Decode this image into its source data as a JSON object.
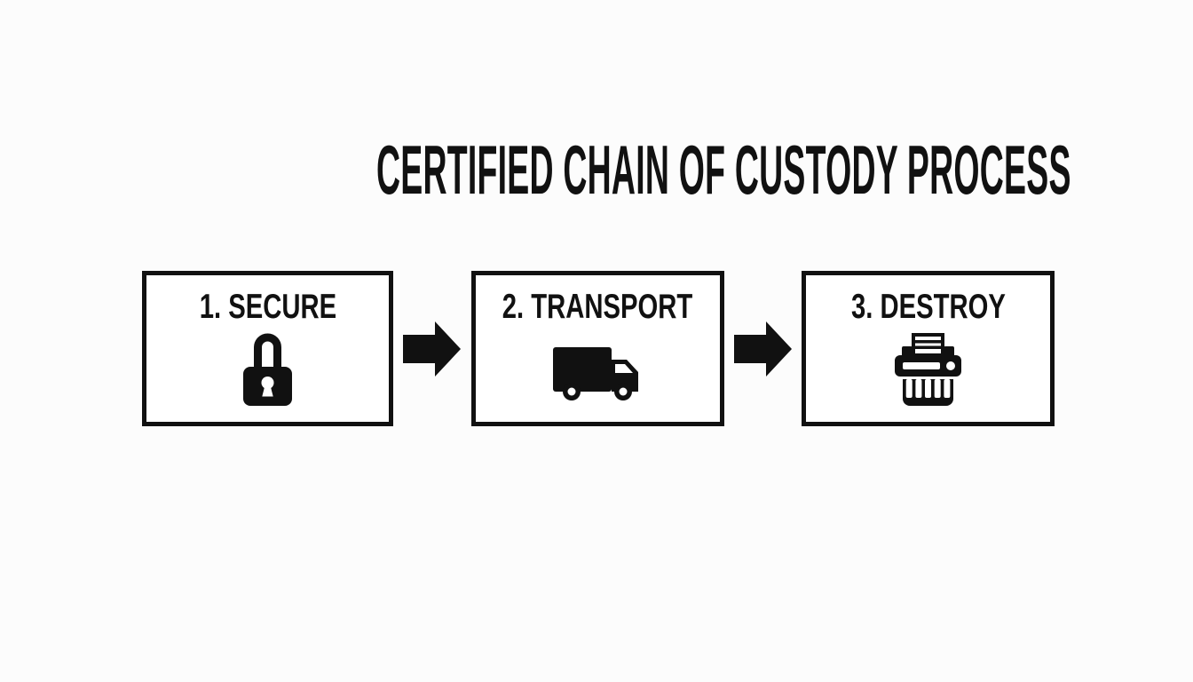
{
  "title": "CERTIFIED CHAIN OF CUSTODY PROCESS",
  "steps": [
    {
      "label": "1. SECURE",
      "icon": "padlock-icon"
    },
    {
      "label": "2. TRANSPORT",
      "icon": "truck-icon"
    },
    {
      "label": "3. DESTROY",
      "icon": "shredder-icon"
    }
  ],
  "connectors": [
    {
      "icon": "arrow-right-icon"
    },
    {
      "icon": "arrow-right-icon"
    }
  ],
  "colors": {
    "ink": "#111111",
    "background": "#fcfcfc",
    "box_background": "#ffffff"
  }
}
